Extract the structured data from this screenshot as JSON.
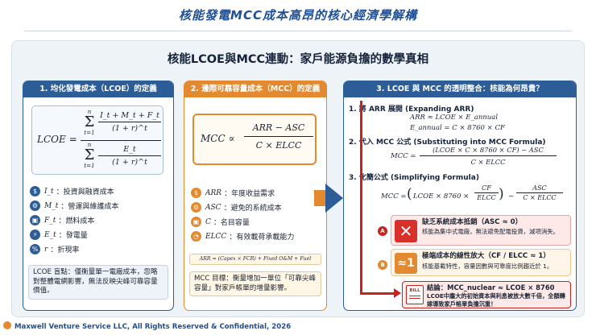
{
  "slide": {
    "title": "核能發電MCC成本高昂的核心經濟學解構",
    "main_heading": "核能LCOE與MCC連動：家戶能源負擔的數學真相",
    "footer": "Maxwell Venture Service LLC, All Rights Reserved & Confidential, 2026"
  },
  "panel1": {
    "header": "1. 均化發電成本（LCOE）的定義",
    "formula": {
      "lhs": "LCOE =",
      "sum_top": "n",
      "sum_bottom": "t=1",
      "num_numerator": "I_t + M_t + F_t",
      "num_denominator": "(1 + r)^t",
      "den_numerator": "E_t",
      "den_denominator": "(1 + r)^t"
    },
    "definitions": [
      {
        "symbol": "I_t",
        "icon": "$",
        "text": "：投資與融資成本"
      },
      {
        "symbol": "M_t",
        "icon": "⚙",
        "text": "：營運與維護成本"
      },
      {
        "symbol": "F_t",
        "icon": "▣",
        "text": "：燃料成本"
      },
      {
        "symbol": "E_t",
        "icon": "⚡",
        "text": "：發電量"
      },
      {
        "symbol": "r",
        "icon": "%",
        "text": "：折現率"
      }
    ],
    "note": "LCOE 盲點：僅衡量單一電廠成本，忽略對整體電網影響，無法反映尖峰可靠容量價值。"
  },
  "panel2": {
    "header": "2. 邊際可靠容量成本（MCC）的定義",
    "formula": {
      "lhs": "MCC ∝",
      "numerator": "ARR − ASC",
      "denominator": "C × ELCC"
    },
    "definitions": [
      {
        "symbol": "ARR",
        "icon": "$",
        "text": "：年度收益需求"
      },
      {
        "symbol": "ASC",
        "icon": "⚙",
        "text": "：避免的系統成本"
      },
      {
        "symbol": "C",
        "icon": "▣",
        "text": "：名目容量"
      },
      {
        "symbol": "ELCC",
        "icon": "◔",
        "text": "：有效載荷承載能力"
      }
    ],
    "arr_formula": "ARR = (Capex × FCR) + Fixed O&M + Fuel",
    "goal": "MCC 目標：衡量增加一單位「可靠尖峰容量」對家戶帳單的增量影響。"
  },
  "panel3": {
    "header": "3. LCOE 與 MCC 的透明整合：核能為何昂貴？",
    "steps": [
      {
        "title": "1. 將 ARR 展開 (Expanding ARR)",
        "eq1": "ARR ≈ LCOE × E_annual",
        "eq2": "E_annual = C × 8760 × CF"
      },
      {
        "title": "2. 代入 MCC 公式 (Substituting into MCC Formula)",
        "lhs": "MCC =",
        "numerator": "(LCOE × C × 8760 × CF) − ASC",
        "denominator": "C × ELCC"
      },
      {
        "title": "3. 化簡公式 (Simplifying Formula)",
        "lhs": "MCC =",
        "left_part": "LCOE × 8760 ×",
        "cf_num": "CF",
        "cf_den": "ELCC",
        "minus": "−",
        "asc_num": "ASC",
        "asc_den": "C × ELCC"
      }
    ],
    "point_a": {
      "badge": "A",
      "title": "缺乏系統成本抵銷（ASC ≈ 0）",
      "text": "核能為集中式電廠，無法避免配電投資，減項消失。"
    },
    "point_b": {
      "badge": "B",
      "title": "極端成本的線性放大（CF / ELCC ≈ 1）",
      "text": "核能基載特性，容量因數與可靠度比例趨近於 1。"
    },
    "conclusion": {
      "title": "結論：MCC_nuclear ≈ LCOE × 8760",
      "text": "LCOE中龐大的初始資本與利息被放大數千倍，全額轉嫁導致家戶帳單負擔沉重！",
      "icon_label": "BILL"
    }
  }
}
